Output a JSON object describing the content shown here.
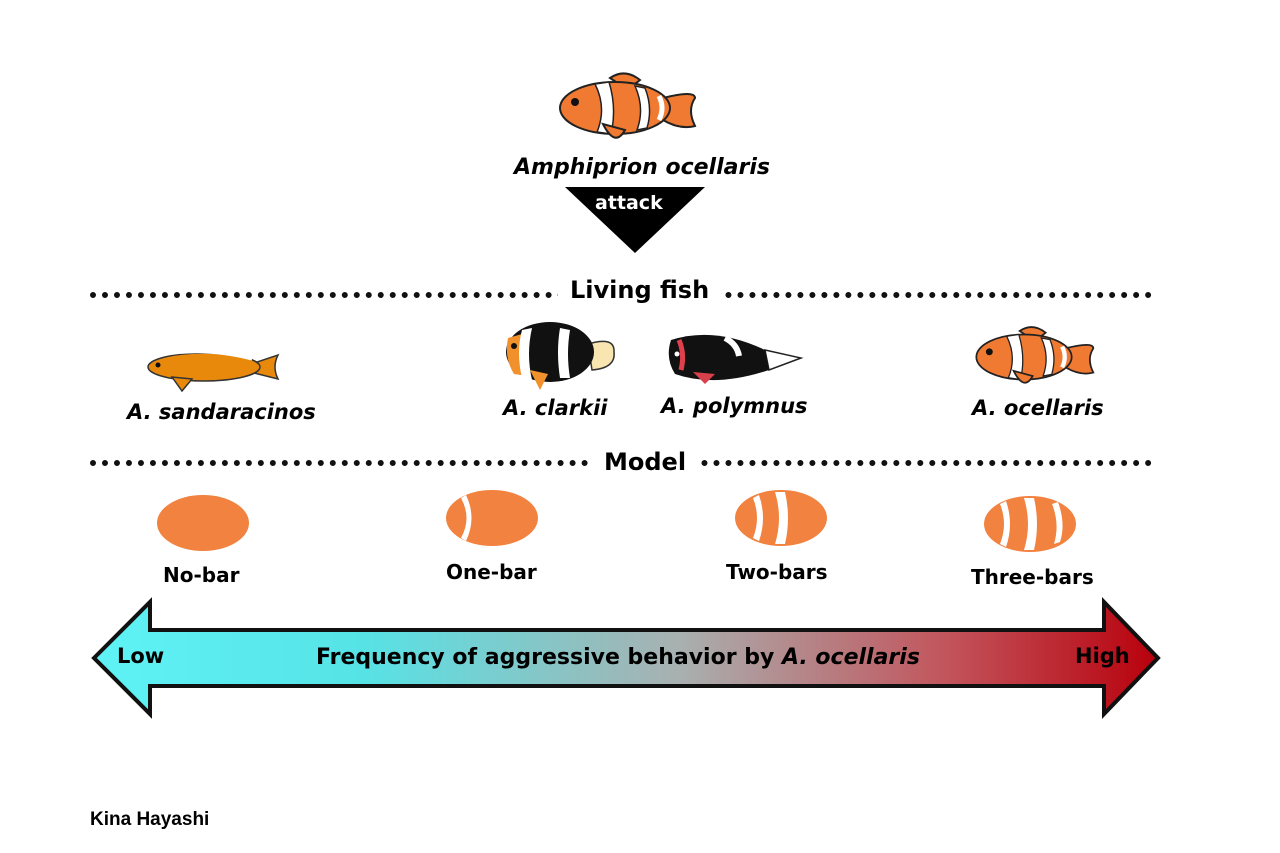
{
  "attacker": {
    "name": "Amphiprion ocellaris",
    "action": "attack"
  },
  "sections": {
    "living": "Living fish",
    "model": "Model"
  },
  "living_fish": [
    {
      "name": "A. sandaracinos"
    },
    {
      "name": "A. clarkii"
    },
    {
      "name": "A. polymnus"
    },
    {
      "name": "A. ocellaris"
    }
  ],
  "models": [
    {
      "name": "No-bar",
      "bars": 0
    },
    {
      "name": "One-bar",
      "bars": 1
    },
    {
      "name": "Two-bars",
      "bars": 2
    },
    {
      "name": "Three-bars",
      "bars": 3
    }
  ],
  "scale": {
    "low": "Low",
    "high": "High",
    "caption_prefix": "Frequency of aggressive behavior by ",
    "caption_species": "A. ocellaris",
    "color_low": "#5ff3f6",
    "color_high": "#b8000c"
  },
  "colors": {
    "orange": "#f07a32",
    "model_orange": "#f1823f"
  },
  "credit": "Kina Hayashi"
}
